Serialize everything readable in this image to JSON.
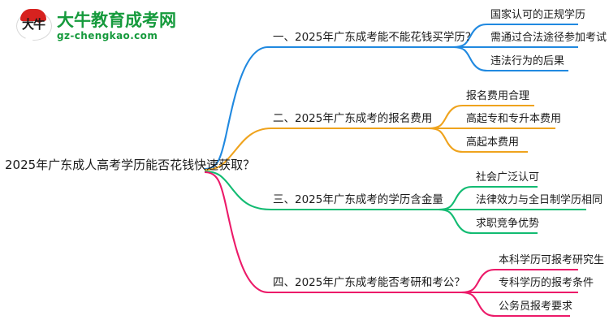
{
  "logo": {
    "mark_text": "大牛",
    "title": "大牛教育成考网",
    "subtitle": "gz-chengkao.com",
    "brand_color": "#159a3c",
    "badge_color": "#d7221f"
  },
  "mindmap": {
    "root": "2025年广东成人高考学历能否花钱快速获取？",
    "branches": [
      {
        "label": "一、2025年广东成考能不能花钱买学历？",
        "color": "#2089e0",
        "leaves": [
          "国家认可的正规学历",
          "需通过合法途径参加考试",
          "违法行为的后果"
        ]
      },
      {
        "label": "二、2025年广东成考的报名费用",
        "color": "#efa31d",
        "leaves": [
          "报名费用合理",
          "高起专和专升本费用",
          "高起本费用"
        ]
      },
      {
        "label": "三、2025年广东成考的学历含金量",
        "color": "#12bb72",
        "leaves": [
          "社会广泛认可",
          "法律效力与全日制学历相同",
          "求职竞争优势"
        ]
      },
      {
        "label": "四、2025年广东成考能否考研和考公？",
        "color": "#ec1a69",
        "leaves": [
          "本科学历可报考研究生",
          "专科学历的报考条件",
          "公务员报考要求"
        ]
      }
    ]
  }
}
